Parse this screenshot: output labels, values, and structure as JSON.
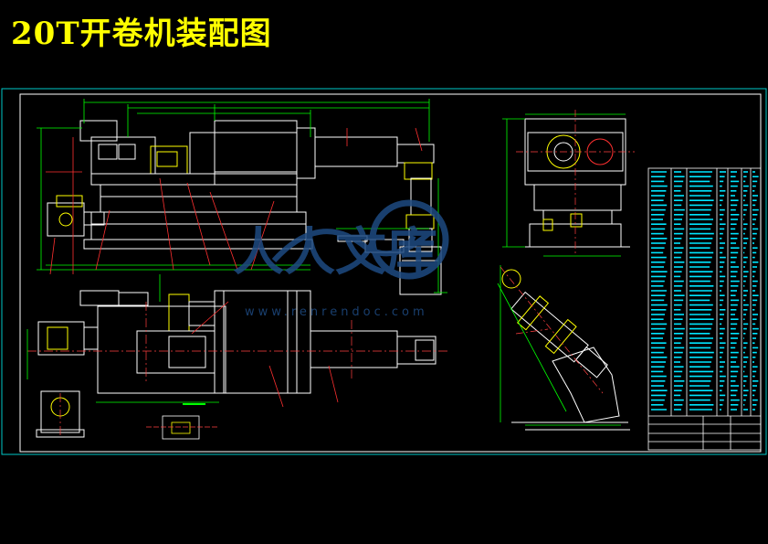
{
  "title": "20T开卷机装配图",
  "watermark": {
    "brand": "人人文库",
    "url": "www.renrendoc.com"
  },
  "colors": {
    "background": "#000000",
    "title": "#ffff00",
    "frame": "#00c8c8",
    "outline": "#ffffff",
    "dimension": "#00ff00",
    "leader": "#ff3030",
    "centerline": "#ff4040",
    "table_text": "#00e5ff",
    "watermark": "#1e4a82"
  }
}
